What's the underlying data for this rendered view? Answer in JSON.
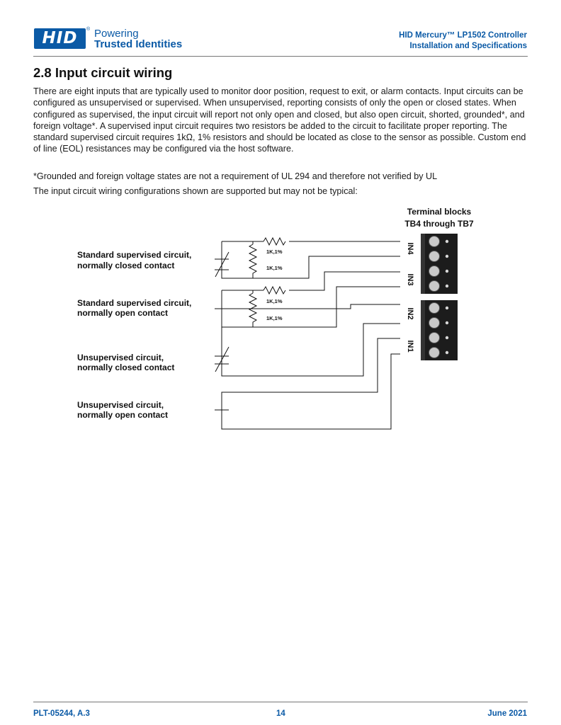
{
  "header": {
    "logo_text": "HID",
    "logo_tm": "®",
    "tagline_line1": "Powering",
    "tagline_line2": "Trusted Identities",
    "doc_title": "HID Mercury™ LP1502 Controller",
    "doc_subtitle": "Installation and Specifications"
  },
  "section": {
    "title": "2.8 Input circuit wiring",
    "paragraph1": "There are eight inputs that are typically used to monitor door position, request to exit, or alarm contacts. Input circuits can be configured as unsupervised or supervised. When unsupervised, reporting consists of only the open or closed states. When configured as supervised, the input circuit will report not only open and closed, but also open circuit, shorted, grounded*, and foreign voltage*. A supervised input circuit requires two resistors be added to the circuit to facilitate proper reporting. The standard supervised circuit requires 1kΩ, 1% resistors and should be located as close to the sensor as possible. Custom end of line (EOL) resistances may be configured via the host software.",
    "footnote": "*Grounded and foreign voltage states are not a requirement of UL 294 and therefore not verified by UL",
    "paragraph2": "The input circuit wiring configurations shown are supported but may not be typical:"
  },
  "diagram": {
    "terminal_title_line1": "Terminal blocks",
    "terminal_title_line2": "TB4 through TB7",
    "circuits": [
      {
        "line1": "Standard supervised circuit,",
        "line2": "normally closed contact"
      },
      {
        "line1": "Standard supervised circuit,",
        "line2": "normally open contact"
      },
      {
        "line1": "Unsupervised circuit,",
        "line2": "normally closed contact"
      },
      {
        "line1": "Unsupervised circuit,",
        "line2": "normally open contact"
      }
    ],
    "resistor_label": "1K,1%",
    "inputs": [
      "IN4",
      "IN3",
      "IN2",
      "IN1"
    ]
  },
  "footer": {
    "doc_number": "PLT-05244, A.3",
    "page_number": "14",
    "date": "June 2021"
  }
}
